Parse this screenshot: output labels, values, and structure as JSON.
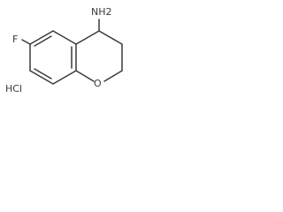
{
  "molecule": {
    "atoms": {
      "amine": "NH2",
      "fluorine": "F",
      "oxygen": "O",
      "salt": "HCl"
    }
  },
  "colors": {
    "bond": "#3a3a3a",
    "text": "#3a3a3a",
    "background": "#ffffff"
  }
}
